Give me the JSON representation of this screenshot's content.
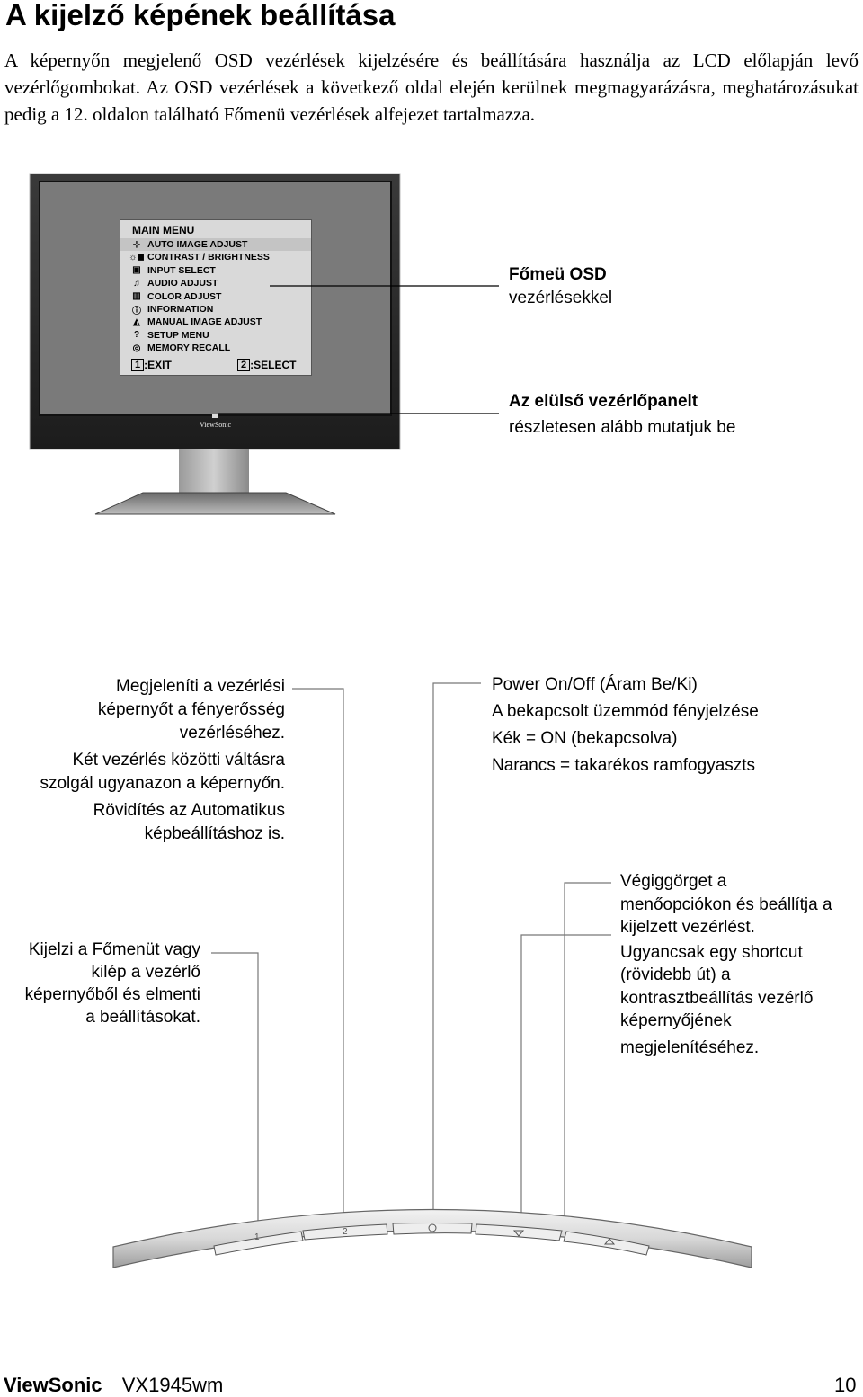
{
  "title": "A kijelző képének beállítása",
  "intro": "A képernyőn megjelenő OSD vezérlések kijelzésére és beállítására használja az LCD előlapján levő vezérlőgombokat. Az OSD vezérlések a következő oldal elején kerülnek megmagyarázásra, meghatározásukat pedig a 12. oldalon található Főmenü vezérlések alfejezet tartalmazza.",
  "osd": {
    "header": "MAIN MENU",
    "items": [
      {
        "label": "AUTO IMAGE ADJUST",
        "icon": "auto-adjust-icon"
      },
      {
        "label": "CONTRAST / BRIGHTNESS",
        "icon": "contrast-brightness-icon"
      },
      {
        "label": "INPUT SELECT",
        "icon": "input-select-icon"
      },
      {
        "label": "AUDIO ADJUST",
        "icon": "audio-icon"
      },
      {
        "label": "COLOR ADJUST",
        "icon": "color-adjust-icon"
      },
      {
        "label": "INFORMATION",
        "icon": "information-icon"
      },
      {
        "label": "MANUAL IMAGE ADJUST",
        "icon": "manual-adjust-icon"
      },
      {
        "label": "SETUP MENU",
        "icon": "setup-menu-icon"
      },
      {
        "label": "MEMORY RECALL",
        "icon": "memory-recall-icon"
      }
    ],
    "exit_key": "1",
    "exit_label": ":EXIT",
    "select_key": "2",
    "select_label": ":SELECT"
  },
  "monitor_brand": "ViewSonic",
  "callouts": {
    "osd_title": "Főmeü OSD",
    "osd_sub": "vezérlésekkel",
    "panel_title": "Az elülső vezérlőpanelt",
    "panel_sub": "részletesen alább mutatjuk be",
    "btn2_lines": [
      "Megjeleníti a vezérlési",
      "képernyőt a fényerősség",
      "vezérléséhez.",
      "Két vezérlés közötti váltásra",
      "szolgál ugyanazon a képernyőn.",
      "Rövidítés az Automatikus",
      "képbeállításhoz is."
    ],
    "power_lines": [
      "Power On/Off (Áram Be/Ki)",
      "A bekapcsolt üzemmód fényjelzése",
      "Kék = ON (bekapcsolva)",
      "Narancs = takarékos ramfogyaszts"
    ],
    "btn1_lines": [
      "Kijelzi a Főmenüt vagy",
      "kilép a vezérlő",
      "képernyőből és elmenti",
      "a beállításokat."
    ],
    "arrows_lines": [
      "Végiggörget a",
      "menőopciókon és beállítja a",
      "kijelzett vezérlést.",
      "Ugyancsak egy shortcut",
      "(rövidebb út) a",
      "kontrasztbeállítás vezérlő",
      "képernyőjének",
      "megjelenítéséhez."
    ]
  },
  "panel_buttons": {
    "btn1": "1",
    "btn2": "2"
  },
  "footer": {
    "brand": "ViewSonic",
    "model": "VX1945wm",
    "page": "10"
  }
}
